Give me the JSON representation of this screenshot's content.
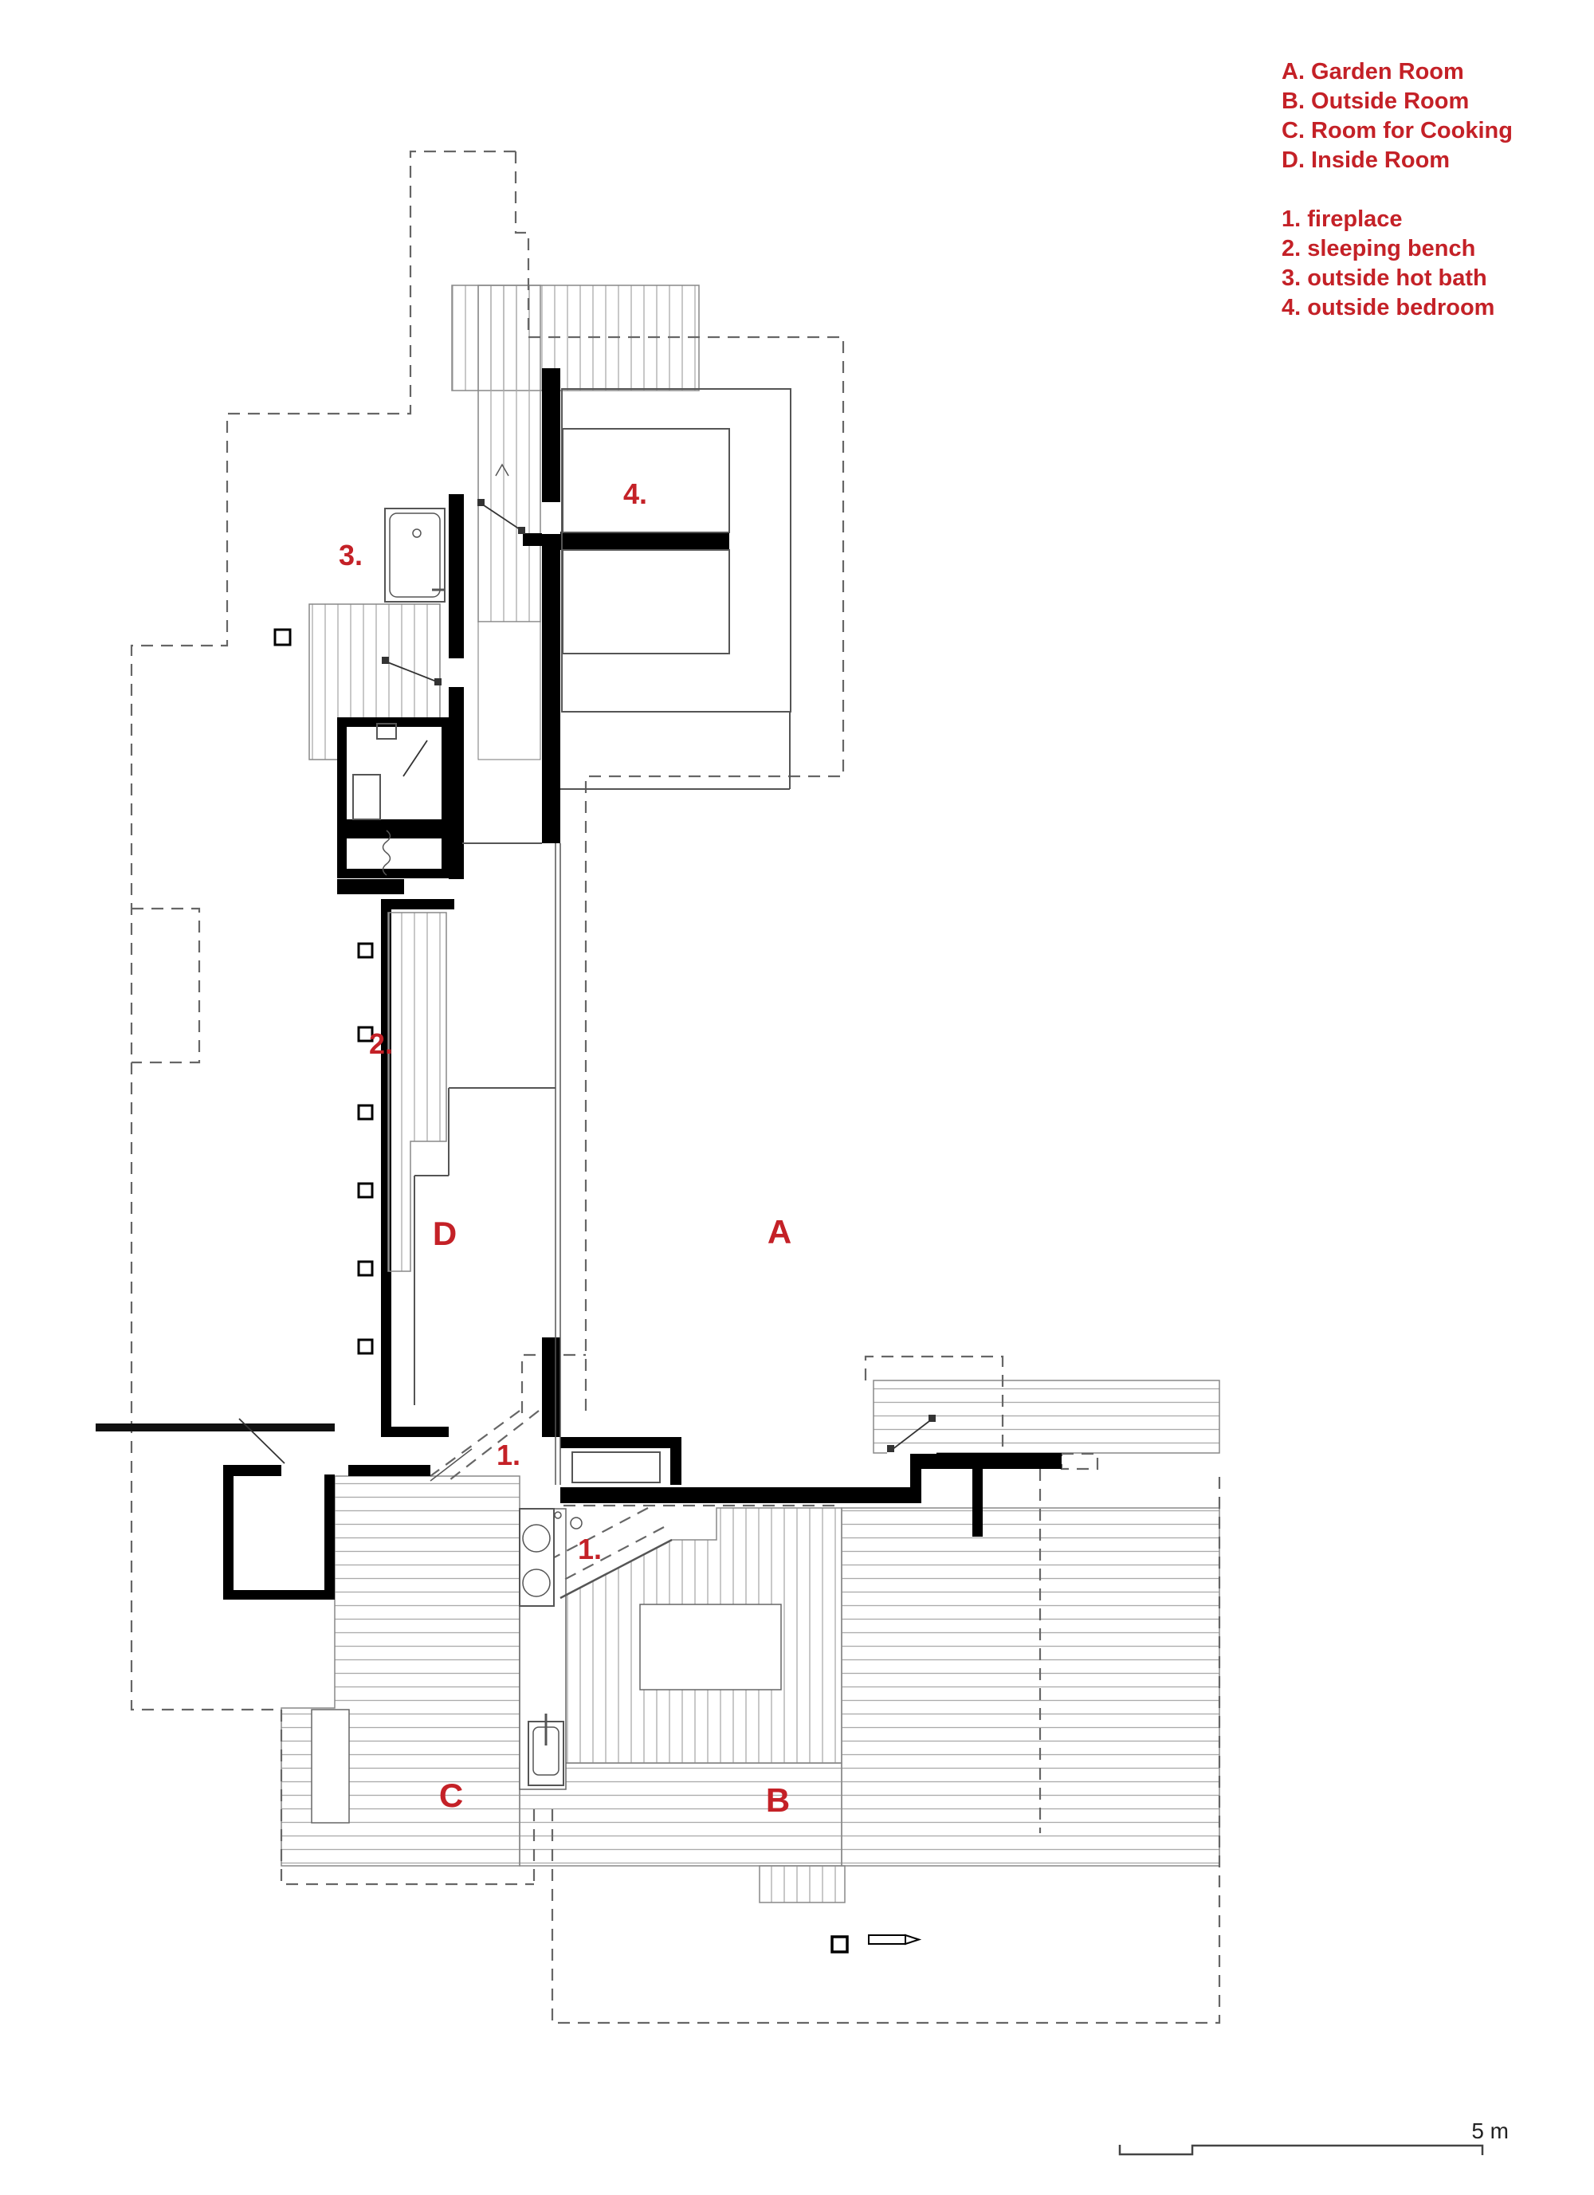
{
  "legend": {
    "rooms": [
      "A. Garden Room",
      "B. Outside Room",
      "C. Room for Cooking",
      "D. Inside Room"
    ],
    "features": [
      "1. fireplace",
      "2. sleeping bench",
      "3. outside hot bath",
      "4. outside bedroom"
    ]
  },
  "plan": {
    "labels": [
      "4.",
      "3.",
      "2.",
      "D",
      "A",
      "1.",
      "1.",
      "C",
      "B"
    ]
  },
  "scale": {
    "label": "5 m"
  },
  "colors": {
    "accent_red": "#c42127",
    "wall_black": "#000000",
    "thin_line": "#555555",
    "hatch_gray": "#aaaaaa",
    "dashed_gray": "#666666"
  }
}
